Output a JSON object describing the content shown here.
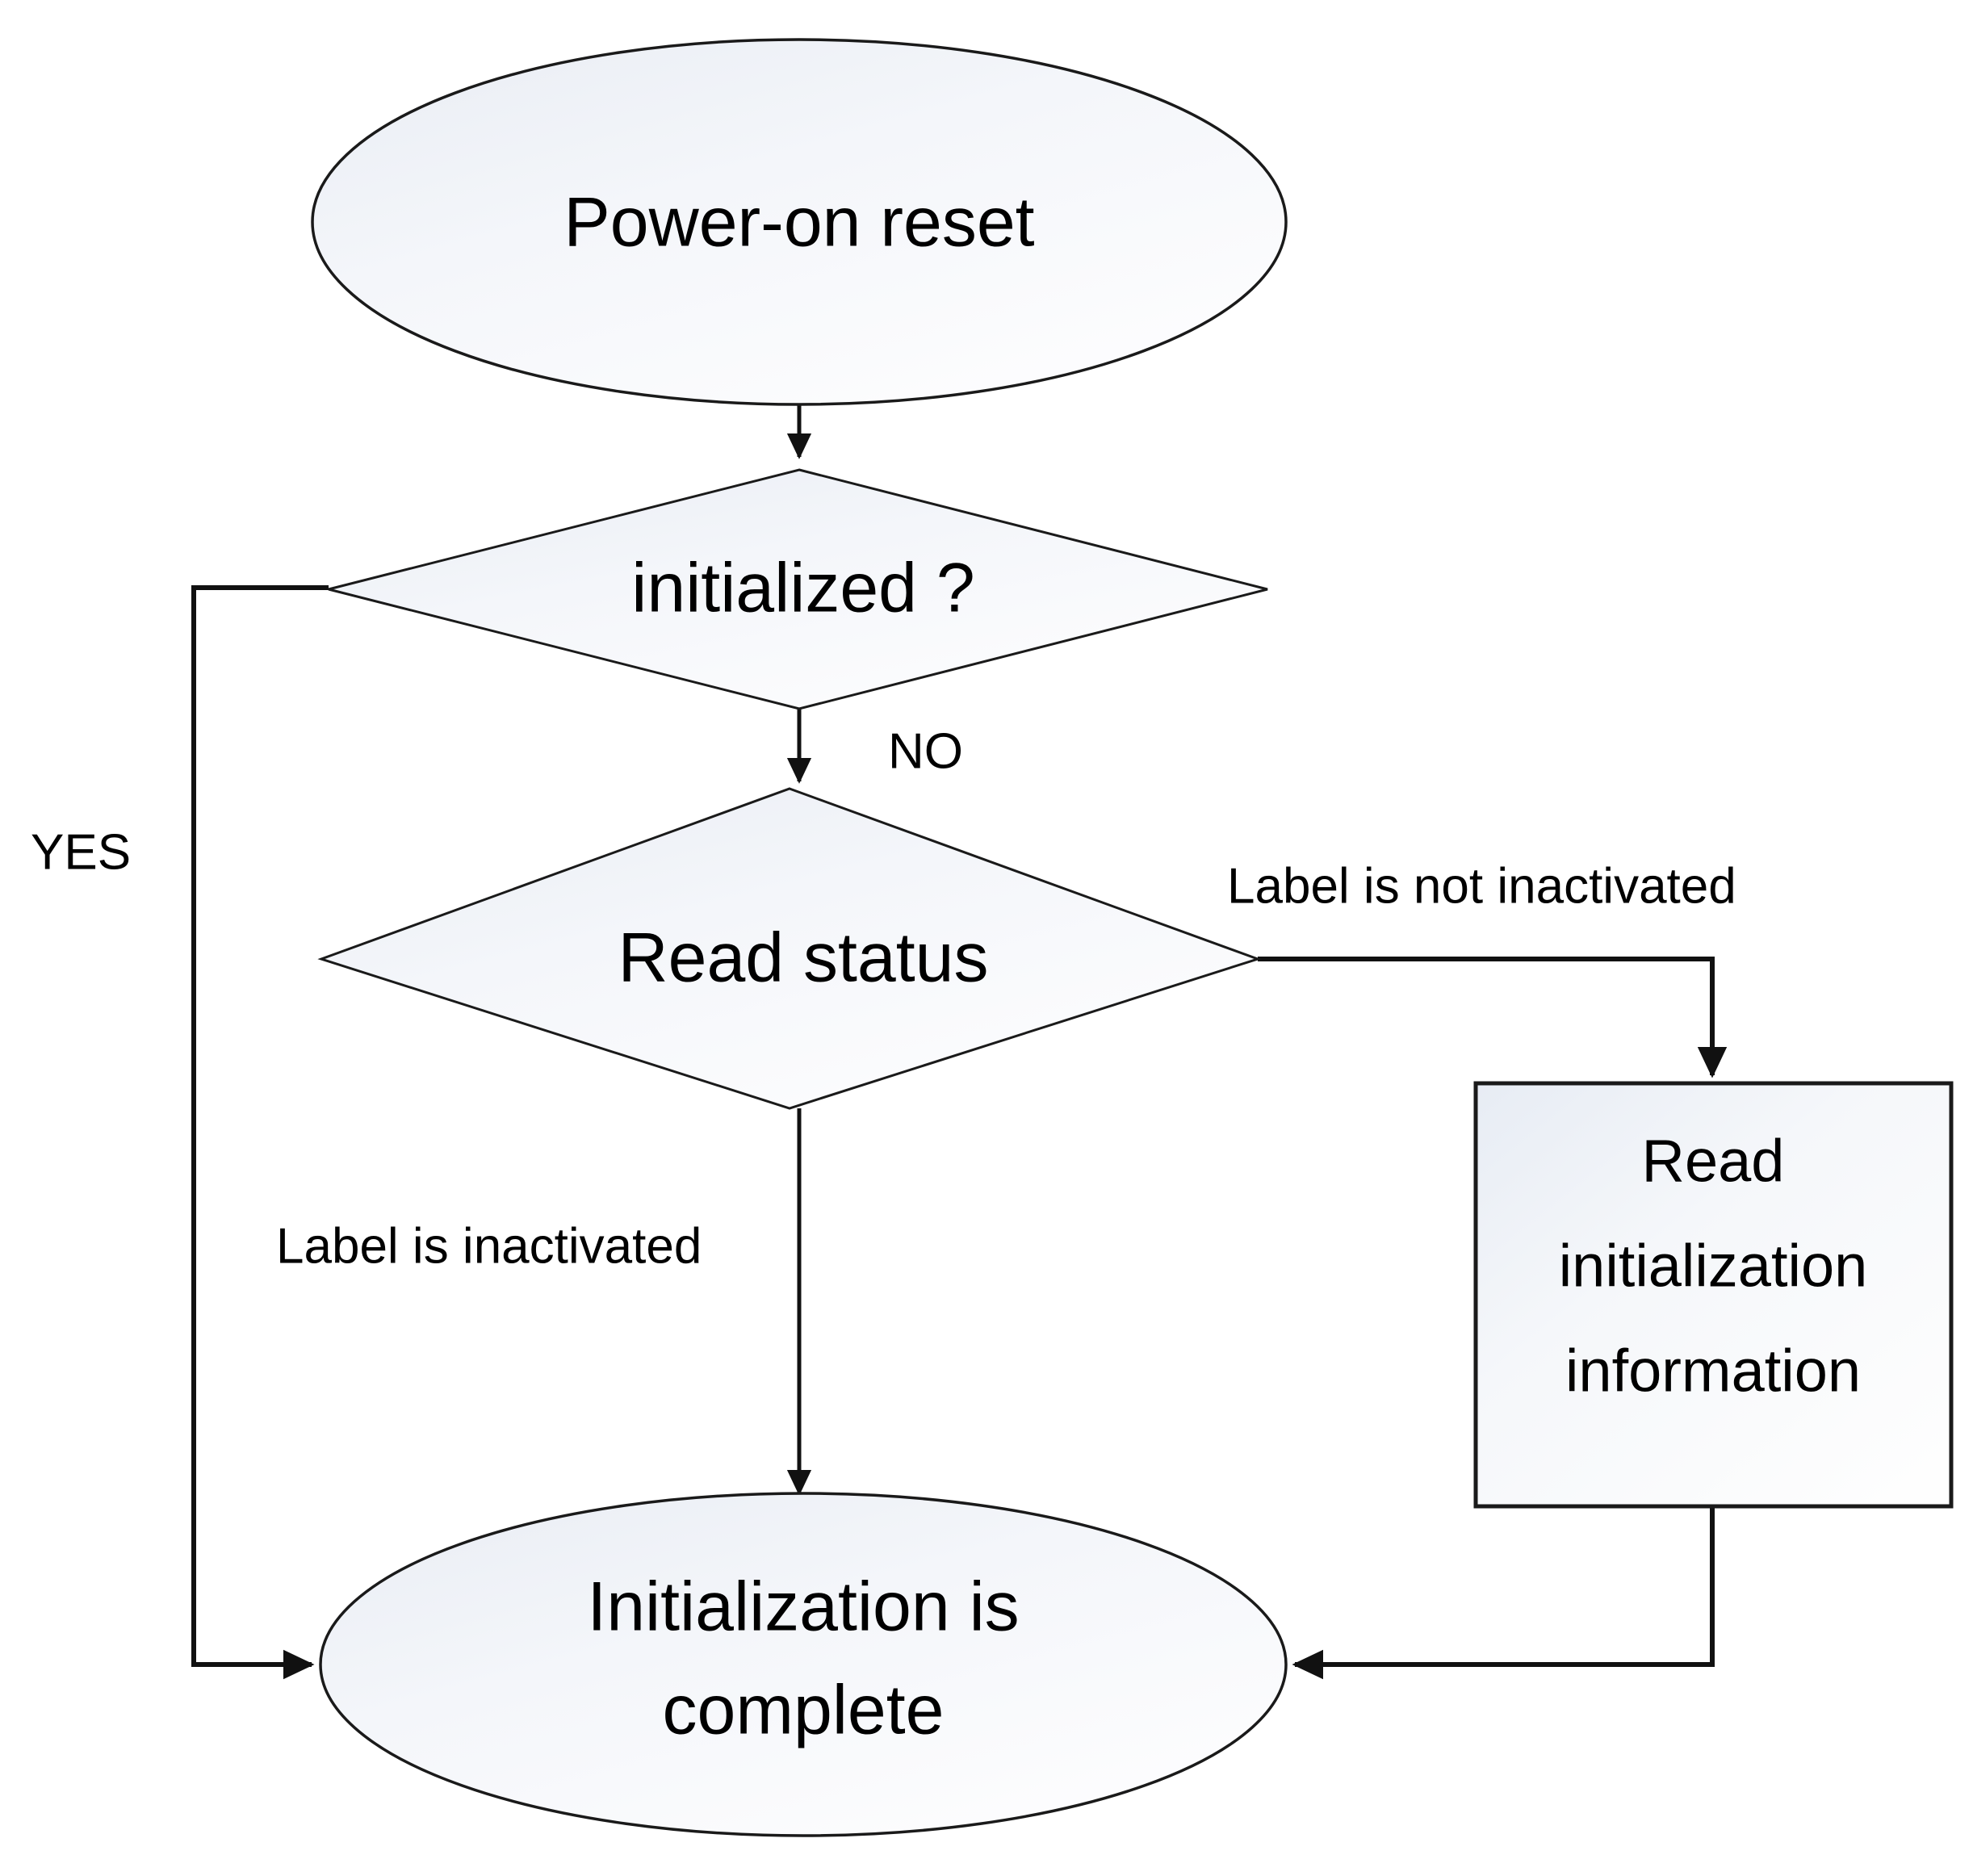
{
  "diagram": {
    "type": "flowchart",
    "orientation": "top-to-bottom",
    "background_color": "#ffffff",
    "line_color": "#111111",
    "text_color": "#000000",
    "shape_fill_top": "#eaeef5",
    "shape_fill_bottom": "#fdfdfe"
  },
  "nodes": {
    "start": {
      "id": "start",
      "shape": "ellipse",
      "label": "Power-on reset"
    },
    "decision_initialized": {
      "id": "decision_initialized",
      "shape": "diamond",
      "label": "initialized ?"
    },
    "decision_read_status": {
      "id": "decision_read_status",
      "shape": "diamond",
      "label": "Read status"
    },
    "process_read_init_info": {
      "id": "process_read_init_info",
      "shape": "rectangle",
      "label_line1": "Read",
      "label_line2": "initialization",
      "label_line3": "information"
    },
    "end": {
      "id": "end",
      "shape": "ellipse",
      "label_line1": "Initialization is",
      "label_line2": "complete"
    }
  },
  "edges": [
    {
      "id": "start-to-initialized",
      "from": "start",
      "to": "decision_initialized",
      "label": ""
    },
    {
      "id": "initialized-yes-to-end",
      "from": "decision_initialized",
      "to": "end",
      "label": "YES"
    },
    {
      "id": "initialized-no-to-read-status",
      "from": "decision_initialized",
      "to": "decision_read_status",
      "label": "NO"
    },
    {
      "id": "read-status-inactivated-to-end",
      "from": "decision_read_status",
      "to": "end",
      "label": "Label is inactivated"
    },
    {
      "id": "read-status-not-inactivated-to-process",
      "from": "decision_read_status",
      "to": "process_read_init_info",
      "label": "Label is not inactivated"
    },
    {
      "id": "process-to-end",
      "from": "process_read_init_info",
      "to": "end",
      "label": ""
    }
  ],
  "labels": {
    "yes": "YES",
    "no": "NO",
    "label_is_inactivated": "Label is inactivated",
    "label_is_not_inactivated": "Label is not inactivated"
  }
}
